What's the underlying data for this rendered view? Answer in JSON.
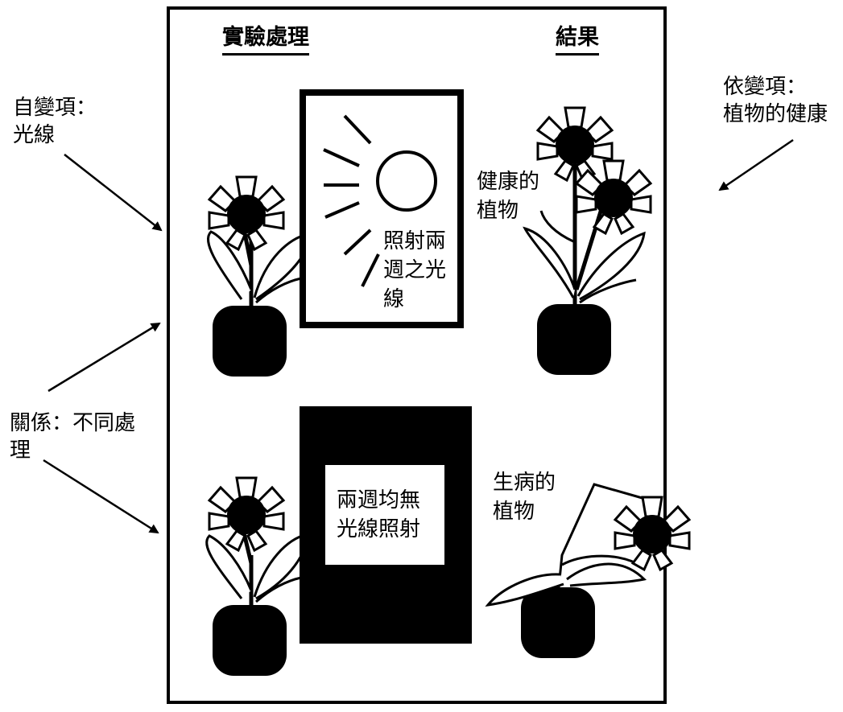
{
  "headers": {
    "treatment": "實驗處理",
    "result": "結果"
  },
  "side_labels": {
    "independent_line1": "自變項：",
    "independent_line2": "光線",
    "dependent_line1": "依變項：",
    "dependent_line2": "植物的健康",
    "relation_line1": "關係：不同處",
    "relation_line2": "理"
  },
  "panels": {
    "light_line1": "照射兩",
    "light_line2": "週之光",
    "light_line3": "線",
    "dark_line1": "兩週均無",
    "dark_line2": "光線照射"
  },
  "results": {
    "healthy_line1": "健康的",
    "healthy_line2": "植物",
    "sick_line1": "生病的",
    "sick_line2": "植物"
  },
  "colors": {
    "ink": "#000000",
    "paper": "#ffffff"
  },
  "icons": {
    "sun": "sun-icon",
    "plant": "potted-flower-icon",
    "arrow": "arrow-icon"
  }
}
